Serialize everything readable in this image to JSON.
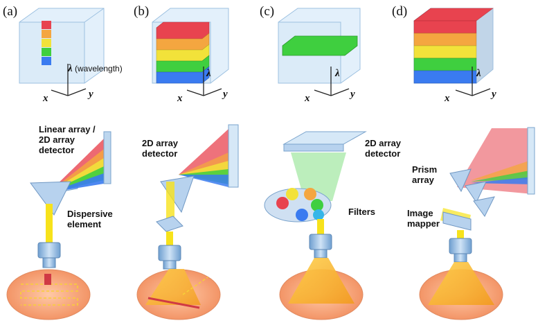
{
  "panels": [
    {
      "label": "(a)"
    },
    {
      "label": "(b)"
    },
    {
      "label": "(c)"
    },
    {
      "label": "(d)"
    }
  ],
  "axes": {
    "x": "x",
    "y": "y",
    "lambda": "λ",
    "wavelength_suffix": "(wavelength)"
  },
  "callouts": {
    "a_detector_1": "Linear array /",
    "a_detector_2": "2D array",
    "a_detector_3": "detector",
    "a_element_1": "Dispersive",
    "a_element_2": "element",
    "b_detector_1": "2D array",
    "b_detector_2": "detector",
    "c_detector_1": "2D array",
    "c_detector_2": "detector",
    "c_filters": "Filters",
    "d_prism_1": "Prism",
    "d_prism_2": "array",
    "d_mapper_1": "Image",
    "d_mapper_2": "mapper"
  },
  "colors": {
    "red": "#e8434f",
    "orange": "#f4a640",
    "yellow": "#f2e23a",
    "green": "#3fcf3f",
    "blue": "#3a7bf0",
    "cube_face": "#d6e8f7",
    "cube_edge": "#8ab4d8",
    "sample": "#f6a47c",
    "beam": "#f7e21b"
  }
}
